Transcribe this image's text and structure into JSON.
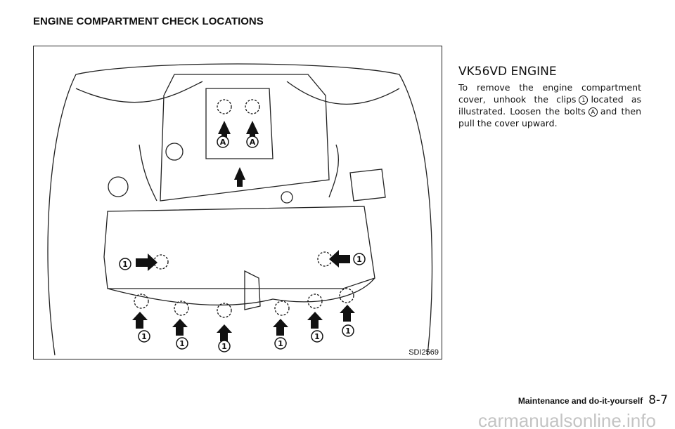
{
  "header": {
    "section_title": "ENGINE COMPARTMENT CHECK LOCATIONS"
  },
  "figure": {
    "id": "SDI2569",
    "callout_clip": "1",
    "callout_bolt": "A"
  },
  "content": {
    "heading": "VK56VD ENGINE",
    "p1": "To remove the engine compartment cover, unhook the clips",
    "clip_mark": "1",
    "p2": "located as illustrated. Loosen the bolts",
    "bolt_mark": "A",
    "p3": "and then pull the cover upward."
  },
  "footer": {
    "chapter": "Maintenance and do-it-yourself",
    "page": "8-7",
    "watermark": "carmanualsonline.info"
  }
}
